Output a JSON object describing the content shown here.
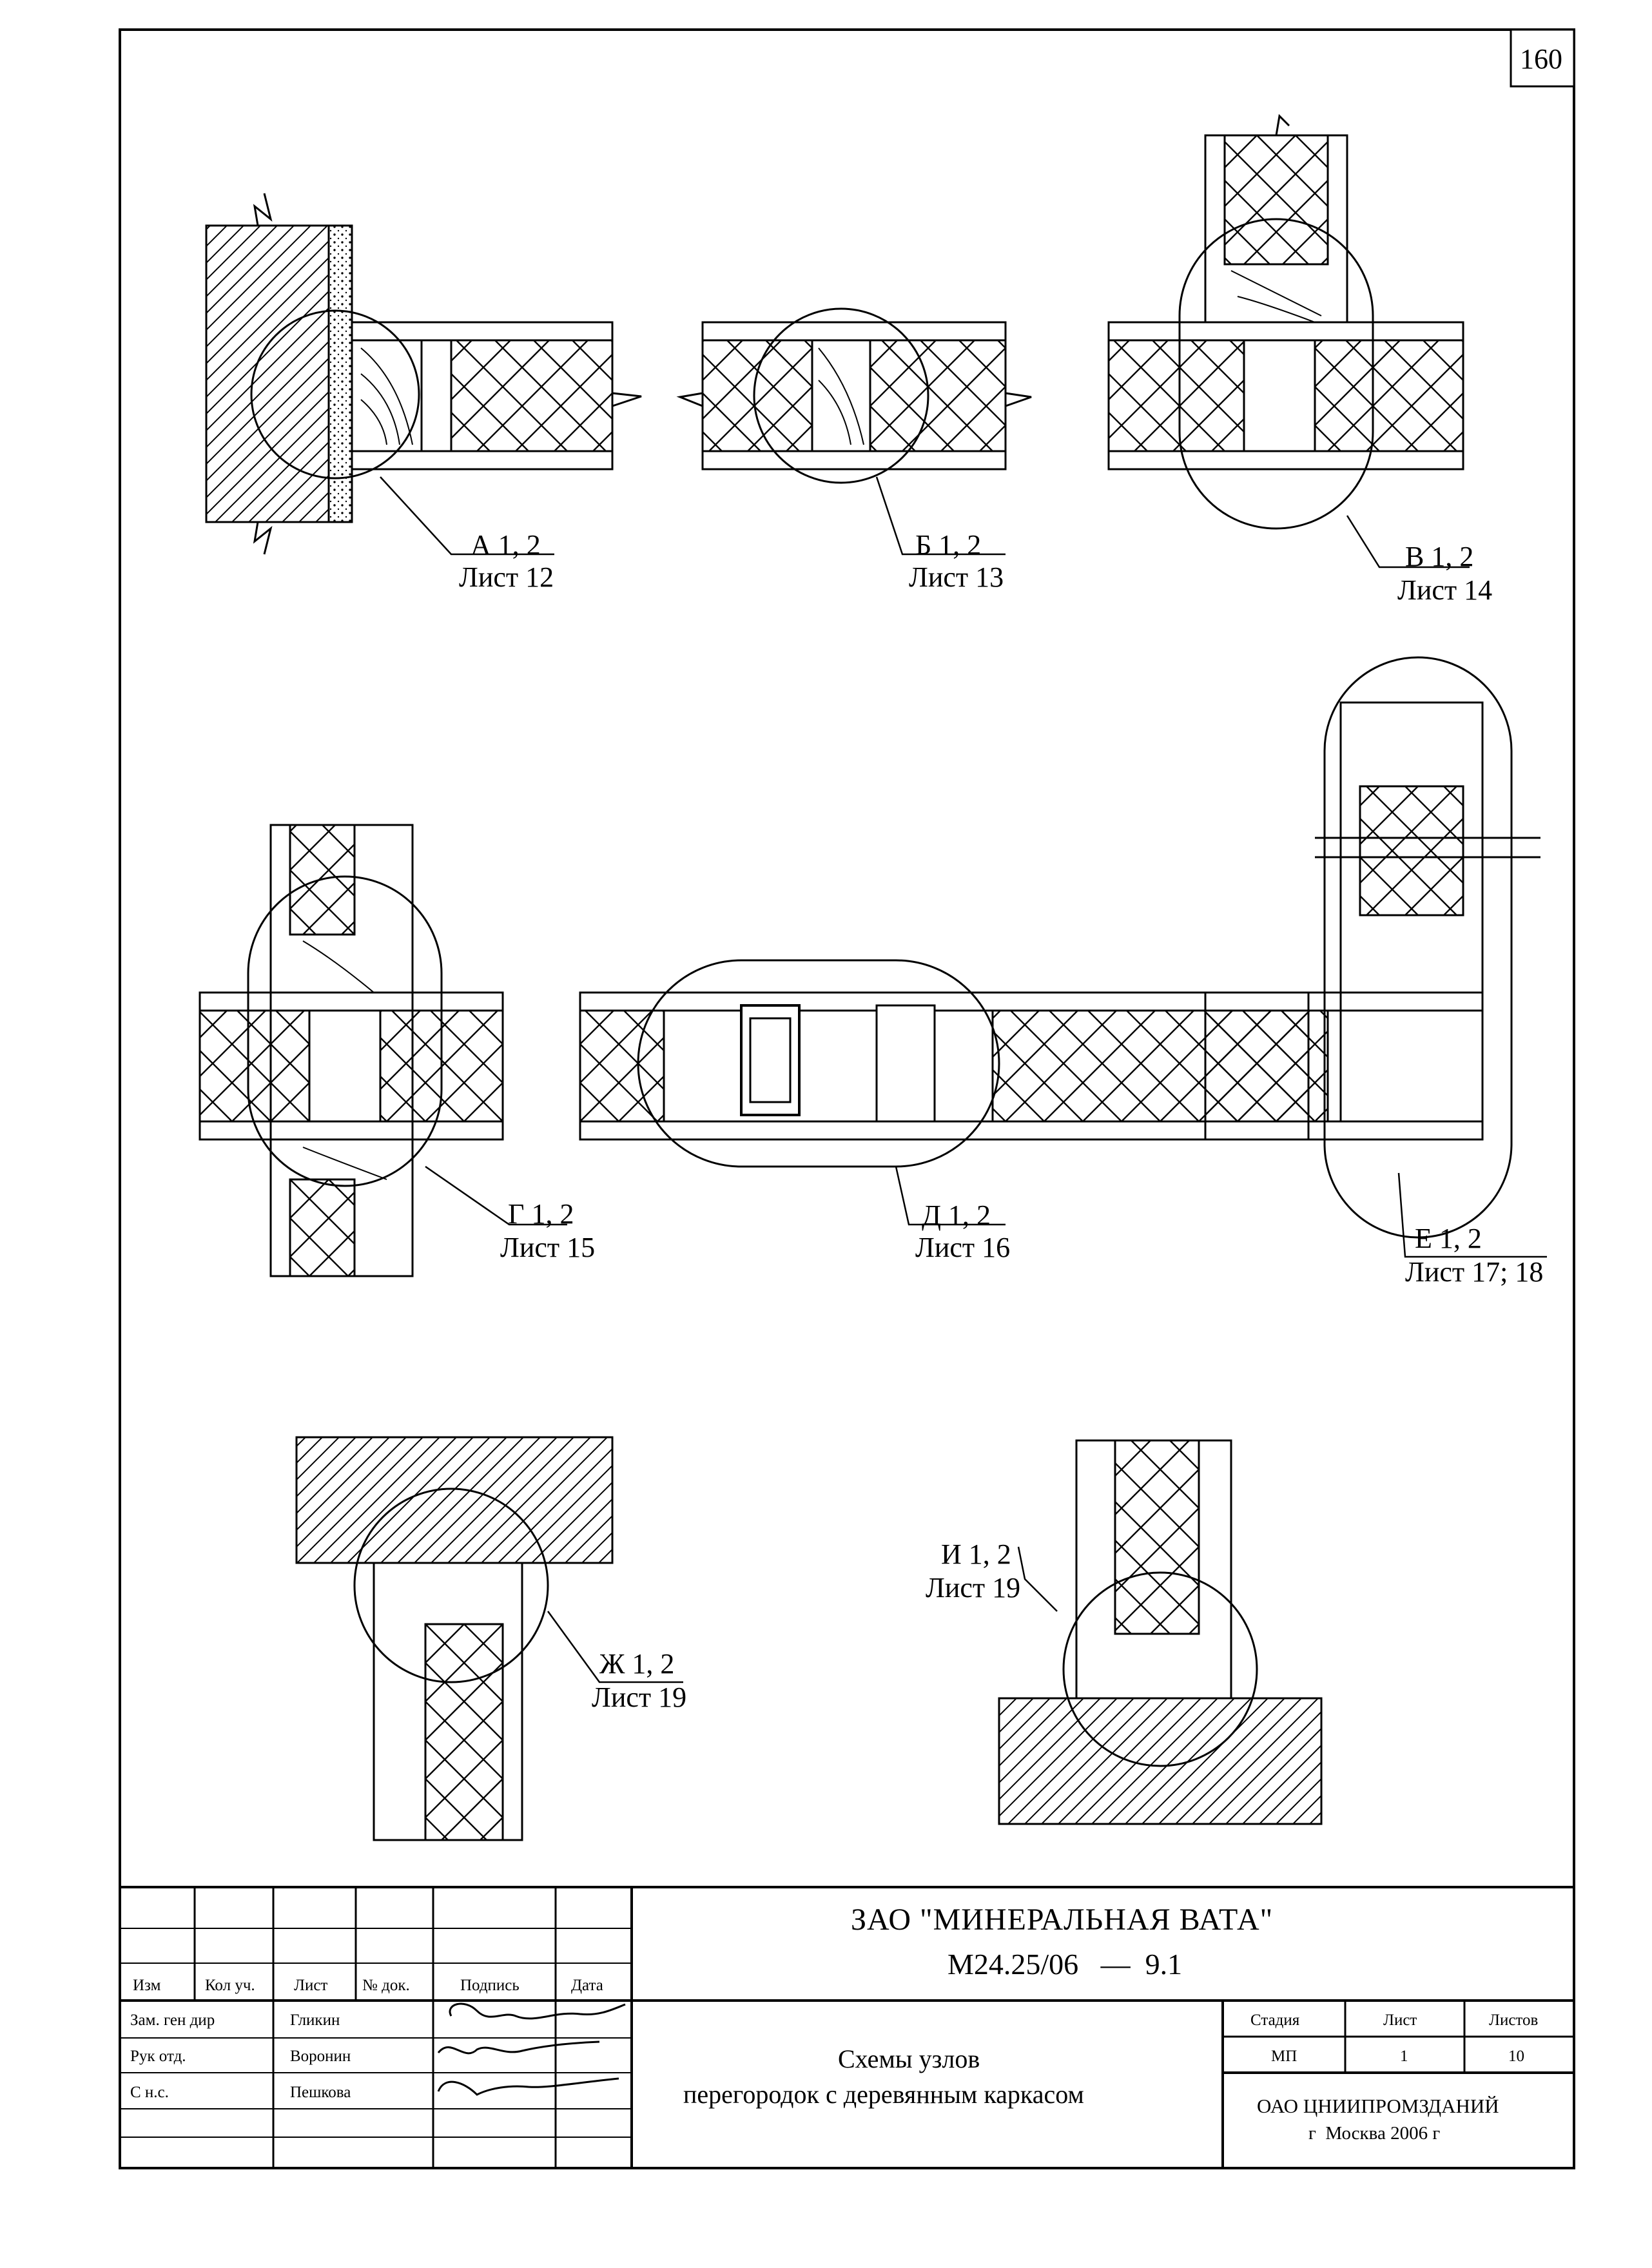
{
  "page_number": "160",
  "callouts": [
    {
      "code": "А 1, 2",
      "sheet": "Лист 12"
    },
    {
      "code": "Б 1, 2",
      "sheet": "Лист 13"
    },
    {
      "code": "В 1, 2",
      "sheet": "Лист 14"
    },
    {
      "code": "Г 1, 2",
      "sheet": "Лист 15"
    },
    {
      "code": "Д 1, 2",
      "sheet": "Лист 16"
    },
    {
      "code": "Е 1, 2",
      "sheet": "Лист 17; 18"
    },
    {
      "code": "Ж 1, 2",
      "sheet": "Лист 19"
    },
    {
      "code": "И 1, 2",
      "sheet": "Лист 19"
    }
  ],
  "title_block": {
    "organization": "ЗАО \"МИНЕРАЛЬНАЯ ВАТА\"",
    "doc_code": "М24.25/06   —  9.1",
    "title_line1": "Схемы узлов",
    "title_line2": "перегородок с деревянным каркасом",
    "header": {
      "izm": "Изм",
      "kol_uch": "Кол уч.",
      "list": "Лист",
      "n_dok": "№ док.",
      "podpis": "Подпись",
      "data": "Дата"
    },
    "rows": [
      {
        "role": "Зам. ген дир",
        "name": "Гликин"
      },
      {
        "role": "Рук отд.",
        "name": "Воронин"
      },
      {
        "role": "С н.с.",
        "name": "Пешкова"
      }
    ],
    "stage_label": "Стадия",
    "stage_value": "МП",
    "sheet_label": "Лист",
    "sheet_value": "1",
    "sheets_label": "Листов",
    "sheets_value": "10",
    "designer": "ОАО ЦНИИПРОМЗДАНИЙ",
    "city_year": "г  Москва 2006 г"
  }
}
